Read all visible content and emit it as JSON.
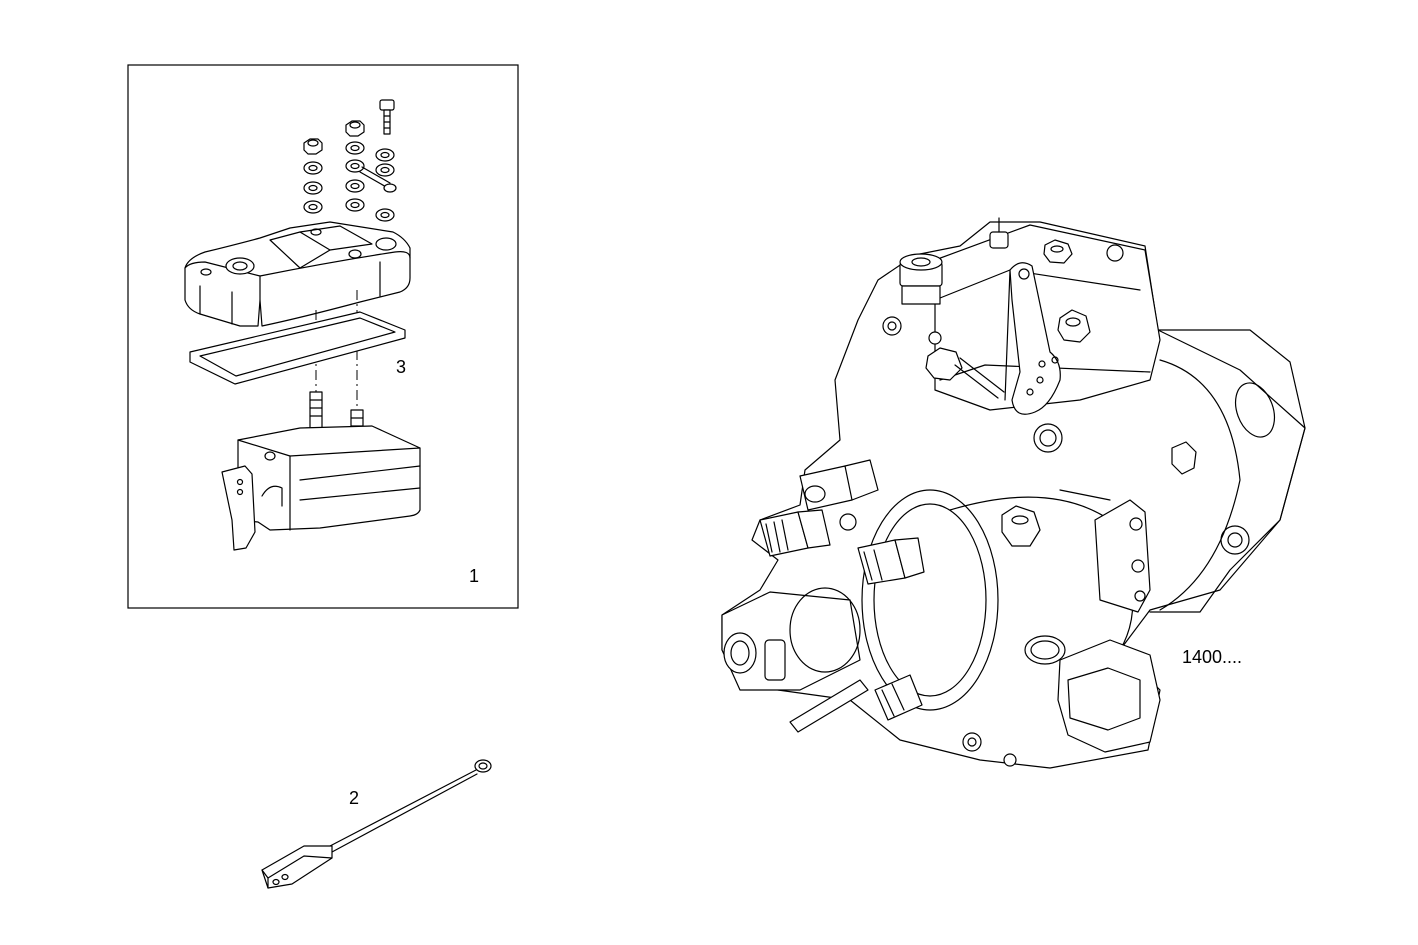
{
  "callouts": {
    "item_1": "1",
    "item_2": "2",
    "item_3": "3",
    "assembly": "1400...."
  },
  "colors": {
    "line": "#000000",
    "background": "#ffffff"
  }
}
